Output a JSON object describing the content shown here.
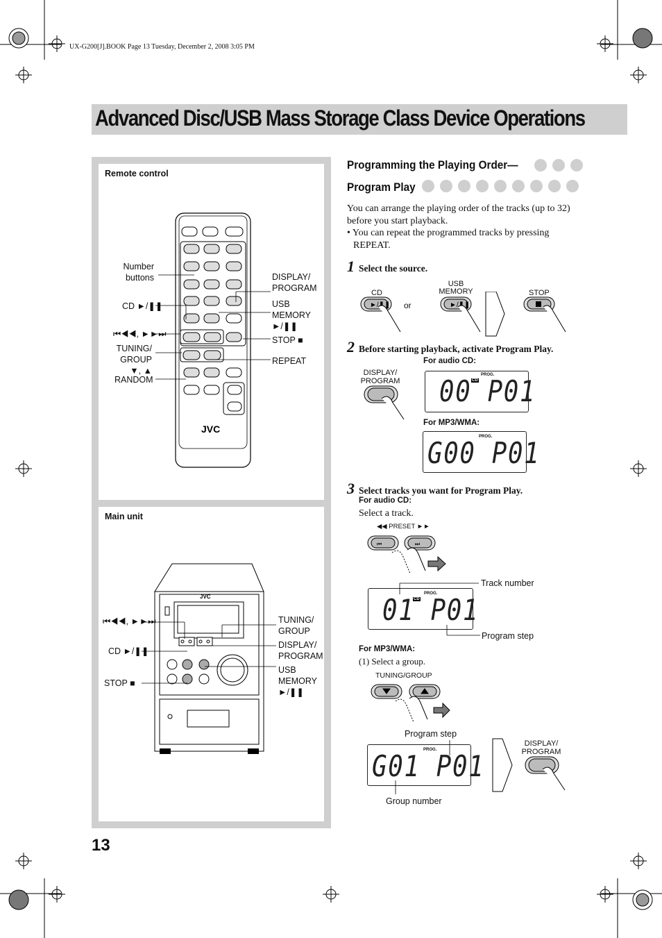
{
  "header": {
    "file_line": "UX-G200[J].BOOK  Page 13  Tuesday, December 2, 2008  3:05 PM"
  },
  "title": "Advanced Disc/USB Mass Storage Class Device Operations",
  "page_number": "13",
  "left_panel": {
    "remote": {
      "heading": "Remote control",
      "labels": {
        "number_buttons": "Number\nbuttons",
        "cd": "CD ►/❚❚",
        "skip": "⏮◀◀, ►►⏭",
        "tuning_group": "TUNING/\nGROUP\n▼, ▲",
        "random": "RANDOM",
        "display_program": "DISPLAY/\nPROGRAM",
        "usb_memory": "USB\nMEMORY\n►/❚❚",
        "stop": "STOP ■",
        "repeat": "REPEAT",
        "brand": "JVC"
      }
    },
    "main_unit": {
      "heading": "Main unit",
      "labels": {
        "skip": "⏮◀◀, ►►⏭",
        "cd": "CD ►/❚❚",
        "stop": "STOP ■",
        "tuning_group": "TUNING/\nGROUP",
        "display_program": "DISPLAY/\nPROGRAM",
        "usb_memory": "USB\nMEMORY\n►/❚❚",
        "brand": "JVC"
      }
    }
  },
  "right": {
    "section_heading_1": "Programming the Playing Order—",
    "section_heading_2": "Program Play",
    "intro": "You can arrange the playing order of the tracks (up to 32) before you start playback.",
    "bullet": "• You can repeat the programmed tracks by pressing REPEAT.",
    "step1": {
      "num": "1",
      "text": "Select the source.",
      "cd": "CD",
      "or": "or",
      "usb": "USB\nMEMORY",
      "stop": "STOP"
    },
    "step2": {
      "num": "2",
      "text": "Before starting playback, activate Program Play.",
      "button": "DISPLAY/\nPROGRAM",
      "for_cd": "For audio CD:",
      "for_mp3": "For MP3/WMA:",
      "lcd_cd": "00 P01",
      "lcd_mp3": "G00 P01",
      "prog": "PROG.",
      "cd_tag": "CD"
    },
    "step3": {
      "num": "3",
      "text": "Select tracks you want for Program Play.",
      "for_cd": "For audio CD:",
      "select_track": "Select a track.",
      "preset": "◀◀  PRESET  ►►",
      "track_number": "Track number",
      "program_step": "Program step",
      "lcd_cd": "01 P01",
      "for_mp3": "For MP3/WMA:",
      "select_group": "(1)  Select a group.",
      "tuning_group": "TUNING/GROUP",
      "program_step_2": "Program step",
      "group_number": "Group number",
      "lcd_mp3": "G01 P01",
      "display_program": "DISPLAY/\nPROGRAM"
    }
  }
}
